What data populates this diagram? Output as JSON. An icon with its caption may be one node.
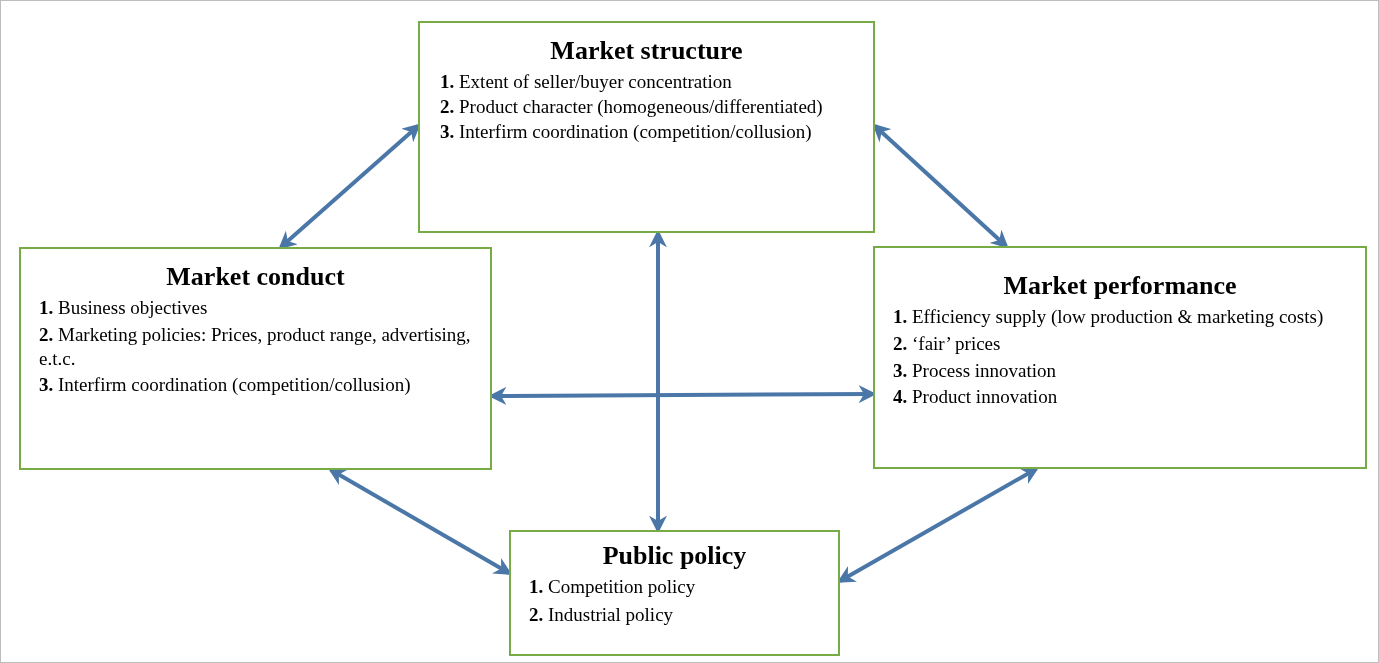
{
  "diagram": {
    "nodes": [
      {
        "text": [
          "Market structure",
          "**1.** Extent of seller/buyer concentration",
          "**2.** Product character (homogeneous/differentiated)",
          "**3.** Interfirm coordination (competition/collusion)"
        ]
      },
      {
        "text": [
          "Market conduct",
          "**1.** Business objectives",
          "**2.** Marketing policies: Prices, product range, advertising, e.t.c.",
          "**3.** Interfirm coordination (competition/collusion)"
        ]
      },
      {
        "text": [
          "Market performance",
          "**1.** Efficiency supply (low production & marketing costs)",
          "**2.** ‘fair’ prices",
          "**3.** Process innovation",
          "**4.** Product innovation"
        ]
      },
      {
        "text": [
          "Public policy",
          "**1.** Competition policy",
          "**2.** Industrial policy"
        ]
      }
    ],
    "edges": [
      {
        "from": 1,
        "to": 0,
        "arrow": "both"
      },
      {
        "from": 0,
        "to": 2,
        "arrow": "both"
      },
      {
        "from": 0,
        "to": 3,
        "arrow": "both"
      },
      {
        "from": 1,
        "to": 2,
        "arrow": "both"
      },
      {
        "from": 1,
        "to": 3,
        "arrow": "both"
      },
      {
        "from": 2,
        "to": 3,
        "arrow": "both"
      }
    ]
  }
}
